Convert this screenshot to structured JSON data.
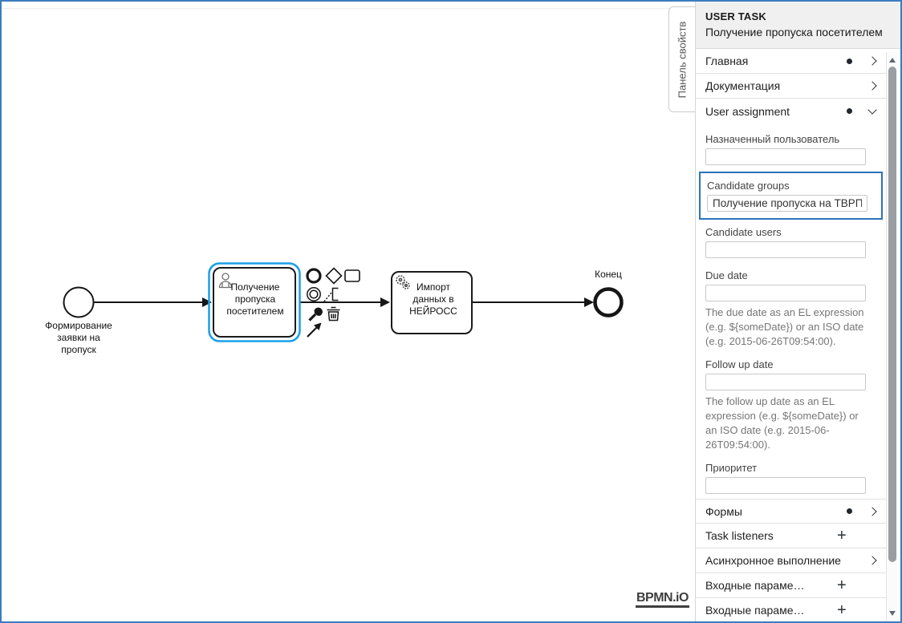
{
  "window": {
    "frame_color": "#3b7cbe"
  },
  "canvas": {
    "logo": "BPMN.iO",
    "diagram": {
      "start_event": {
        "label_lines": [
          "Формирование",
          "заявки на",
          "пропуск"
        ]
      },
      "user_task": {
        "label_lines": [
          "Получение",
          "пропуска",
          "посетителем"
        ],
        "selected": true
      },
      "service_task": {
        "label_lines": [
          "Импорт",
          "данных в",
          "НЕЙРОСС"
        ]
      },
      "end_event": {
        "label": "Конец"
      },
      "context_pad_icons": [
        "end-event",
        "gateway",
        "task",
        "intermediate-event",
        "text-annotation",
        "wrench",
        "trash",
        "connect-arrow"
      ]
    }
  },
  "panel": {
    "tab_label": "Панель свойств",
    "header": {
      "type_label": "USER TASK",
      "element_name": "Получение пропуска посетителем"
    },
    "groups": {
      "main": {
        "label": "Главная"
      },
      "documentation": {
        "label": "Документация"
      },
      "user_assignment": {
        "label": "User assignment"
      },
      "forms": {
        "label": "Формы"
      },
      "task_listeners": {
        "label": "Task listeners",
        "action": "+"
      },
      "async": {
        "label": "Асинхронное выполнение"
      },
      "input_params_1": {
        "label": "Входные параме…",
        "action": "+"
      },
      "input_params_2": {
        "label": "Входные параме…",
        "action": "+"
      }
    },
    "fields": {
      "assignee": {
        "label": "Назначенный пользователь",
        "value": ""
      },
      "candidate_groups": {
        "label": "Candidate groups",
        "value": "Получение пропуска на ТВРП"
      },
      "candidate_users": {
        "label": "Candidate users",
        "value": ""
      },
      "due_date": {
        "label": "Due date",
        "value": "",
        "description": "The due date as an EL expression (e.g. ${someDate}) or an ISO date (e.g. 2015-06-26T09:54:00)."
      },
      "follow_up_date": {
        "label": "Follow up date",
        "value": "",
        "description": "The follow up date as an EL expression (e.g. ${someDate}) or an ISO date (e.g. 2015-06-26T09:54:00)."
      },
      "priority": {
        "label": "Приоритет",
        "value": ""
      }
    },
    "colors": {
      "highlight_border": "#2b73b8",
      "selection_outline": "#18a0e8"
    }
  }
}
